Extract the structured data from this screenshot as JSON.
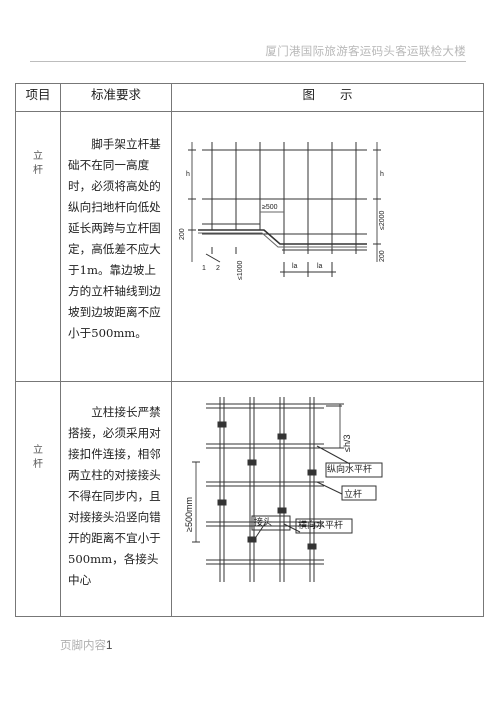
{
  "header": {
    "title": "厦门港国际旅游客运码头客运联检大楼"
  },
  "table": {
    "headers": [
      "项目",
      "标准要求",
      "图　　示"
    ],
    "rows": [
      {
        "item": "立杆",
        "requirement": "脚手架立杆基础不在同一高度时，必须将高处的纵向扫地杆向低处延长两跨与立杆固定，高低差不应大于1m。靠边坡上方的立杆轴线到边坡到边坡距离不应小于500mm。",
        "figure": {
          "labels": {
            "h_left": "h",
            "h_right": "h",
            "dim_200_left": "200",
            "dim_200_right": "200",
            "dim_1000": "≤1000",
            "dim_500": "≥500",
            "dim_2000": "≤2000",
            "num_1": "1",
            "num_2": "2",
            "la_1": "la",
            "la_2": "la"
          }
        }
      },
      {
        "item": "立杆",
        "requirement": "立柱接长严禁搭接，必须采用对接扣件连接，相邻两立柱的对接接头不得在同步内，且对接接头沿竖向错开的距离不宜小于500mm，各接头中心",
        "figure": {
          "labels": {
            "dim_500": "≥500mm",
            "dim_h3": "≤h/3",
            "longitudinal_bar": "纵向水平杆",
            "upright": "立杆",
            "joint": "接头",
            "transverse_bar": "横向水平杆"
          }
        }
      }
    ]
  },
  "footer": {
    "text": "页脚内容",
    "page_number": "1"
  }
}
